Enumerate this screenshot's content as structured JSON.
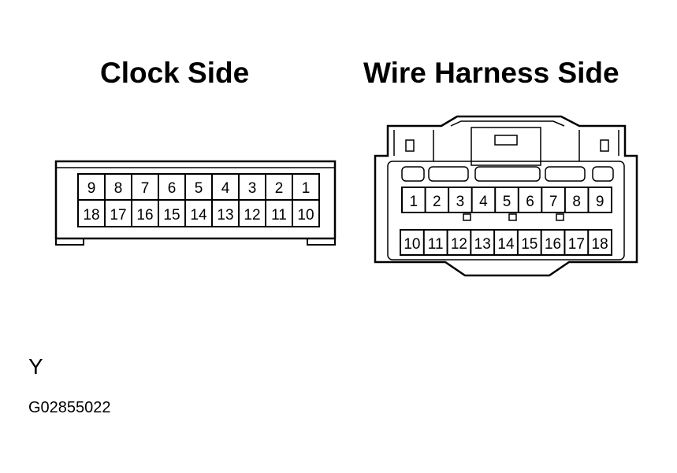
{
  "titles": {
    "clock": "Clock Side",
    "harness": "Wire Harness Side"
  },
  "clock_connector": {
    "top_row": [
      "9",
      "8",
      "7",
      "6",
      "5",
      "4",
      "3",
      "2",
      "1"
    ],
    "bottom_row": [
      "18",
      "17",
      "16",
      "15",
      "14",
      "13",
      "12",
      "11",
      "10"
    ]
  },
  "harness_connector": {
    "top_row": [
      "1",
      "2",
      "3",
      "4",
      "5",
      "6",
      "7",
      "8",
      "9"
    ],
    "bottom_row": [
      "10",
      "11",
      "12",
      "13",
      "14",
      "15",
      "16",
      "17",
      "18"
    ]
  },
  "connector_color_code": "Y",
  "figure_code": "G02855022"
}
